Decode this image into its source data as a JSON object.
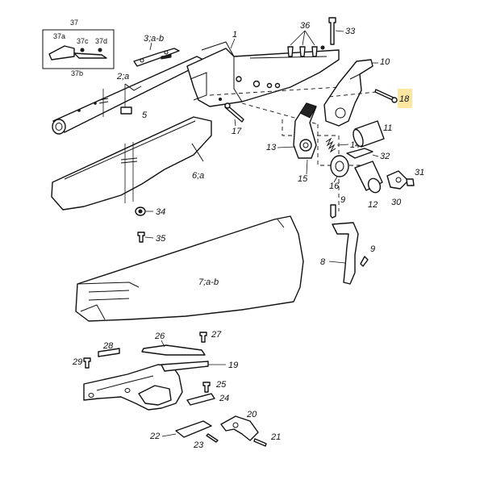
{
  "diagram": {
    "highlight_color": "#fbe7a1",
    "labels": {
      "p1": "1",
      "p2": "2;a",
      "p3": "3;a-b",
      "p5": "5",
      "p6": "6;a",
      "p7": "7;a-b",
      "p8": "8",
      "p9a": "9",
      "p9b": "9",
      "p10": "10",
      "p11": "11",
      "p12": "12",
      "p13": "13",
      "p14": "14",
      "p15": "15",
      "p16": "16",
      "p17": "17",
      "p18": "18",
      "p19": "19",
      "p20": "20",
      "p21": "21",
      "p22": "22",
      "p23": "23",
      "p24": "24",
      "p25": "25",
      "p26": "26",
      "p27": "27",
      "p28": "28",
      "p29": "29",
      "p30": "30",
      "p31": "31",
      "p32": "32",
      "p33": "33",
      "p34": "34",
      "p35": "35",
      "p36": "36",
      "p37": "37",
      "p37a": "37a",
      "p37b": "37b",
      "p37c": "37c",
      "p37d": "37d"
    }
  }
}
